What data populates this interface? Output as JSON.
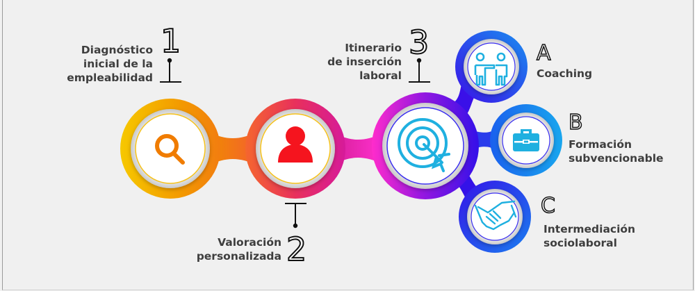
{
  "diagram": {
    "type": "process-flow",
    "steps": [
      {
        "number": "1",
        "label_lines": [
          "Diagnóstico",
          "inicial de la",
          "empleabilidad"
        ],
        "icon": "search-icon",
        "gradient": [
          "#f5c400",
          "#f08a00"
        ]
      },
      {
        "number": "2",
        "label_lines": [
          "Valoración",
          "personalizada"
        ],
        "icon": "user-icon",
        "gradient": [
          "#f56a2a",
          "#e0217a"
        ]
      },
      {
        "number": "3",
        "label_lines": [
          "Itinerario",
          "de inserción",
          "laboral"
        ],
        "icon": "target-icon",
        "gradient": [
          "#ff2bc4",
          "#3a10e6"
        ]
      }
    ],
    "branches": [
      {
        "letter": "A",
        "label_lines": [
          "Coaching"
        ],
        "icon": "people-coaching-icon"
      },
      {
        "letter": "B",
        "label_lines": [
          "Formación",
          "subvencionable"
        ],
        "icon": "briefcase-icon"
      },
      {
        "letter": "C",
        "label_lines": [
          "Intermediación",
          "sociolaboral"
        ],
        "icon": "handshake-icon"
      }
    ],
    "colors": {
      "background": "#f0f0f0",
      "text": "#3e3e3e",
      "search_icon": "#f07c00",
      "user_icon": "#f5141e",
      "blue_icons": "#1fb0e0",
      "circle_ring_yellow": "#f6c21a",
      "circle_ring_blue": "#3a2ef0"
    }
  }
}
